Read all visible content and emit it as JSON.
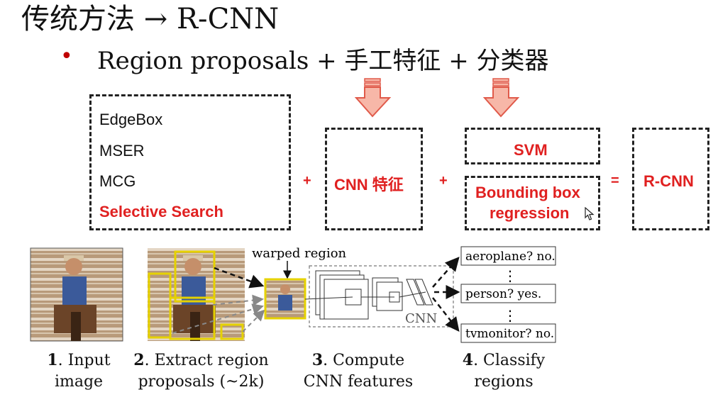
{
  "slide": {
    "title": "传统方法 → R-CNN",
    "bullet_marker": "•",
    "bullet_text": "Region proposals + 手工特征 + 分类器"
  },
  "formula": {
    "proposals": [
      "EdgeBox",
      "MSER",
      "MCG"
    ],
    "proposal_highlight": "Selective Search",
    "plus_1": "+",
    "cnn_feature": "CNN 特征",
    "plus_2": "+",
    "svm": "SVM",
    "bbox_line1": "Bounding box",
    "bbox_line2": "regression",
    "equals": "=",
    "result": "R-CNN"
  },
  "pipeline": {
    "warped_region_label": "warped region",
    "cnn_label": "CNN",
    "class_queries": [
      "aeroplane? no.",
      "person? yes.",
      "tvmonitor? no."
    ],
    "ellipsis": "⋮",
    "steps": [
      {
        "num": "1",
        "text_a": ". Input",
        "text_b": "image"
      },
      {
        "num": "2",
        "text_a": ". Extract region",
        "text_b": "proposals (~2k)"
      },
      {
        "num": "3",
        "text_a": ". Compute",
        "text_b": "CNN features"
      },
      {
        "num": "4",
        "text_a": ". Classify",
        "text_b": "regions"
      }
    ]
  },
  "colors": {
    "accent_red": "#e02020",
    "arrow_fill": "#f7b7a8",
    "arrow_stroke": "#e05a4a",
    "proposal_box": "#e6d200"
  },
  "icons": {
    "down-arrow-1": "block-down-arrow",
    "down-arrow-2": "block-down-arrow",
    "cursor": "mouse-pointer"
  }
}
